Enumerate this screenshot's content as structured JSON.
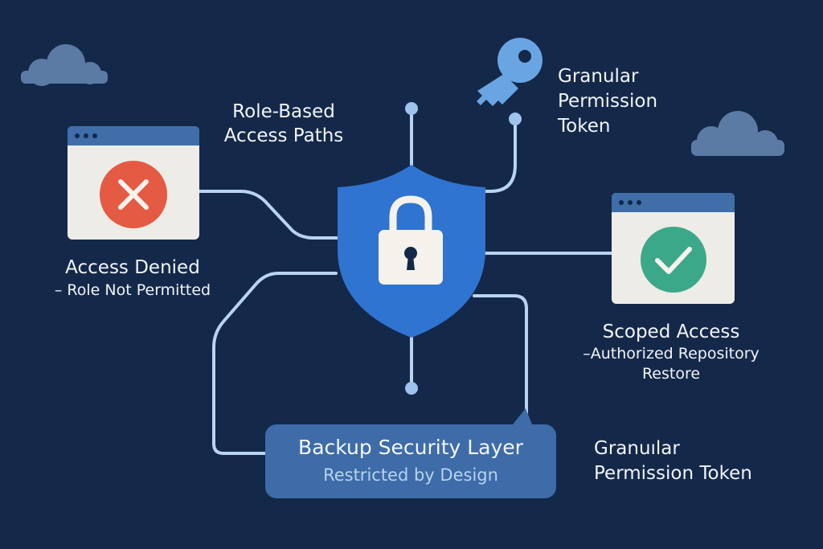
{
  "diagram": {
    "role_based_label": [
      "Role-Based",
      "Access Paths"
    ],
    "granular_token_top": [
      "Granular",
      "Permission",
      "Token"
    ],
    "access_denied": {
      "title": "Access Denied",
      "subtitle": "– Role Not Permitted"
    },
    "scoped_access": {
      "title": "Scoped Access",
      "subtitle": [
        "–Authorized Repository",
        "Restore"
      ]
    },
    "backup_layer": {
      "title": "Backup Security Layer",
      "subtitle": "Restricted by Design"
    },
    "granular_token_bottom": [
      "Granuılar",
      "Permission Token"
    ]
  },
  "icons": [
    "cloud-icon",
    "key-icon",
    "browser-window-icon",
    "x-mark-icon",
    "check-mark-icon",
    "shield-icon",
    "padlock-icon"
  ],
  "colors": {
    "background": "#14284a",
    "connector": "#b9d4f0",
    "shield": "#2f74d0",
    "window_body": "#eeece7",
    "window_bar": "#3f6ea8",
    "denied_red": "#e55a42",
    "success_green": "#3ca88a",
    "key": "#6aa5e3",
    "cloud": "#5b7aa4",
    "layer_box": "#3d6ca8"
  }
}
